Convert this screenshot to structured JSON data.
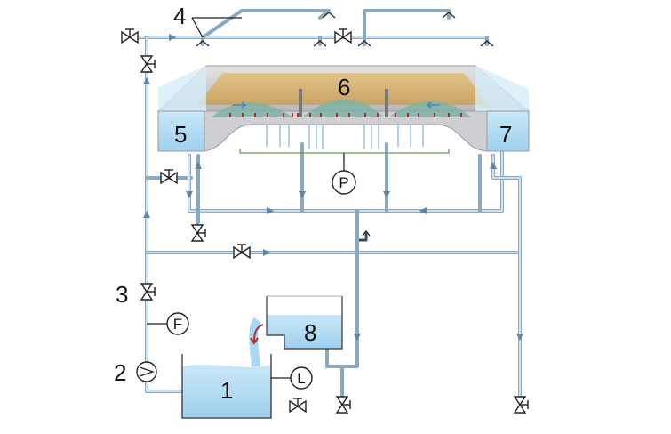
{
  "labels": {
    "n1": "1",
    "n2": "2",
    "n3": "3",
    "n4": "4",
    "n5": "5",
    "n6": "6",
    "n7": "7",
    "n8": "8"
  },
  "instruments": {
    "pressure": "P",
    "flow": "F",
    "level": "L"
  },
  "colors": {
    "pipe": "#8aa8bf",
    "water": "#a9d8f1",
    "sand": "#d8b678",
    "media": "#7fb3a6",
    "tray": "#c9c9cc",
    "nozzle": "#b52a2a",
    "flow_arrow": "#5a86ad"
  },
  "icons": [
    "valve-icon",
    "pump-icon",
    "sprinkler-icon",
    "flow-arrow-icon",
    "drain-arrow-icon"
  ]
}
